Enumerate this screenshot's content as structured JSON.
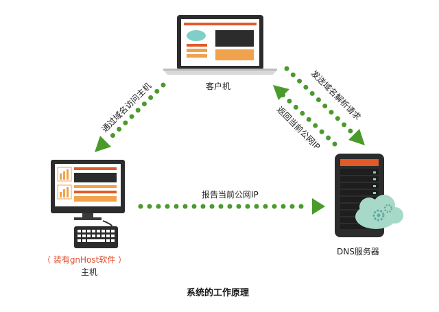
{
  "nodes": {
    "client": {
      "label": "客户机"
    },
    "host": {
      "note": "（ 装有gnHost软件 ）",
      "label": "主机"
    },
    "dns": {
      "label": "DNS服务器"
    }
  },
  "edges": {
    "host_to_dns": {
      "label": "报告当前公网IP"
    },
    "client_to_host": {
      "label": "通过域名访问主机"
    },
    "client_to_dns": {
      "label": "发送域名解析请求"
    },
    "dns_to_client": {
      "label": "返回当前公网IP"
    }
  },
  "title": "系统的工作原理",
  "colors": {
    "dots": "#4a9a2c",
    "arrow": "#4a9a2c",
    "screen_dark": "#2c2c2c",
    "orange": "#f0a24c",
    "red": "#e04a2a",
    "cloud": "#a8d8c8"
  }
}
